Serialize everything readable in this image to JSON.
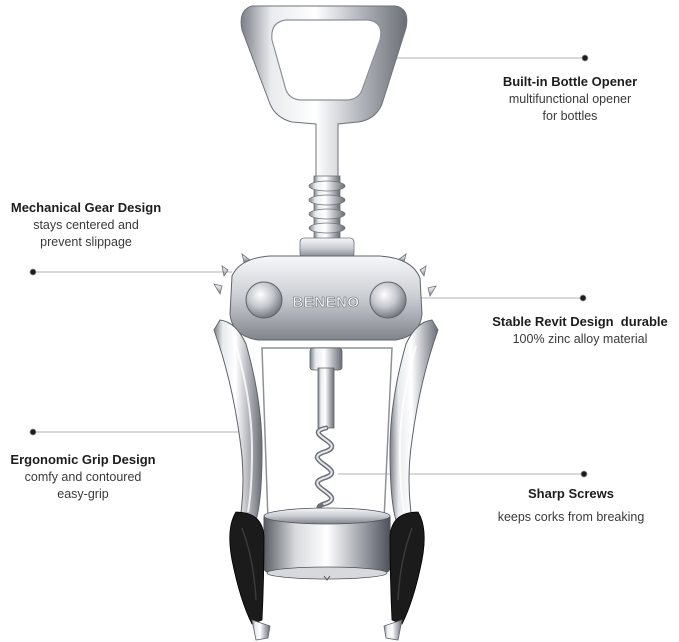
{
  "product": {
    "brand_mark": "BENENO",
    "colors": {
      "chrome_light": "#f2f3f5",
      "chrome_mid": "#b9bcc2",
      "chrome_dark": "#5d6168",
      "grip_black": "#1b1b1b",
      "leader": "#8a8a8a"
    }
  },
  "callouts": {
    "opener": {
      "title": "Built-in Bottle Opener",
      "desc_line1": "multifunctional opener",
      "desc_line2": "for bottles"
    },
    "gear": {
      "title": "Mechanical Gear Design",
      "desc_line1": "stays centered and",
      "desc_line2": "prevent slippage"
    },
    "revit": {
      "title": "Stable Revit Design  durable",
      "desc_line1": "100% zinc alloy material"
    },
    "grip": {
      "title": "Ergonomic Grip Design",
      "desc_line1": "comfy and contoured",
      "desc_line2": "easy-grip"
    },
    "screws": {
      "title": "Sharp Screws",
      "desc_line1": "keeps corks from breaking"
    }
  }
}
